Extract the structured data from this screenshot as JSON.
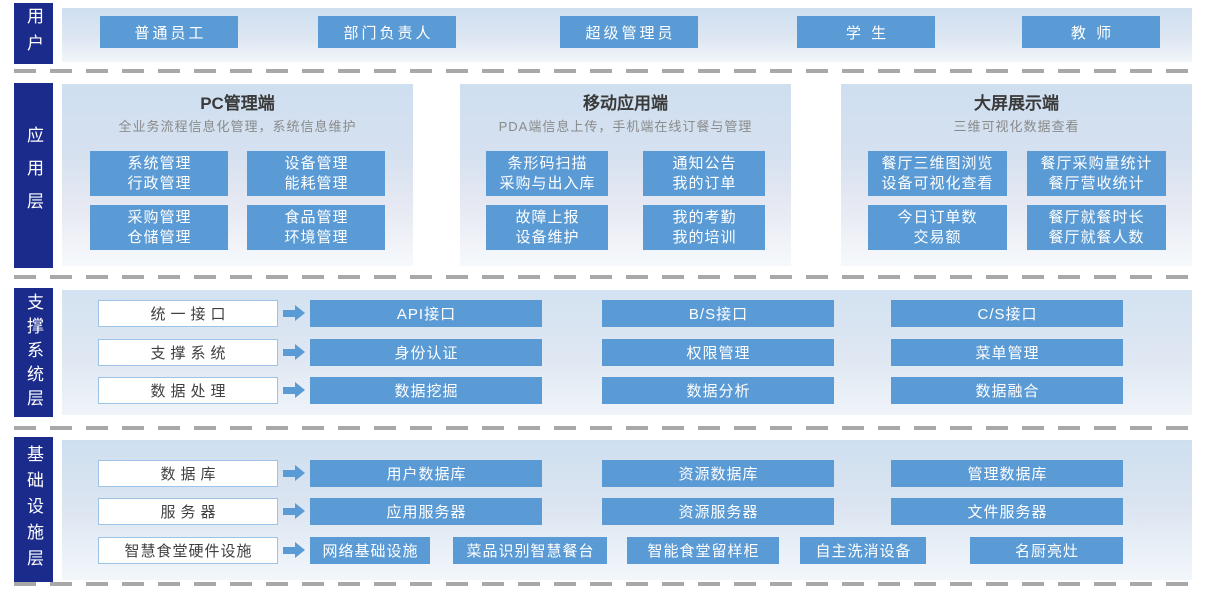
{
  "colors": {
    "layer_label_bg": "#1B2B8C",
    "button_blue": "#5B9BD5",
    "panel_light_blue": "#CEDFF0",
    "source_box_border": "#9DC3E6",
    "dash_gray": "#A8A8A8",
    "title_text": "#3A3A3A",
    "subtitle_text": "#8A8A8A"
  },
  "layers": {
    "users": {
      "label": "用户",
      "items": [
        "普通员工",
        "部门负责人",
        "超级管理员",
        "学 生",
        "教 师"
      ]
    },
    "application": {
      "label": "应用层",
      "panels": [
        {
          "title": "PC管理端",
          "subtitle": "全业务流程信息化管理，系统信息维护",
          "buttons": [
            {
              "line1": "系统管理",
              "line2": "行政管理"
            },
            {
              "line1": "设备管理",
              "line2": "能耗管理"
            },
            {
              "line1": "采购管理",
              "line2": "仓储管理"
            },
            {
              "line1": "食品管理",
              "line2": "环境管理"
            }
          ]
        },
        {
          "title": "移动应用端",
          "subtitle": "PDA端信息上传，手机端在线订餐与管理",
          "buttons": [
            {
              "line1": "条形码扫描",
              "line2": "采购与出入库"
            },
            {
              "line1": "通知公告",
              "line2": "我的订单"
            },
            {
              "line1": "故障上报",
              "line2": "设备维护"
            },
            {
              "line1": "我的考勤",
              "line2": "我的培训"
            }
          ]
        },
        {
          "title": "大屏展示端",
          "subtitle": "三维可视化数据查看",
          "buttons": [
            {
              "line1": "餐厅三维图浏览",
              "line2": "设备可视化查看"
            },
            {
              "line1": "餐厅采购量统计",
              "line2": "餐厅营收统计"
            },
            {
              "line1": "今日订单数",
              "line2": "交易额"
            },
            {
              "line1": "餐厅就餐时长",
              "line2": "餐厅就餐人数"
            }
          ]
        }
      ]
    },
    "support": {
      "label": "支撑系统层",
      "rows": [
        {
          "source": "统一接口",
          "targets": [
            "API接口",
            "B/S接口",
            "C/S接口"
          ]
        },
        {
          "source": "支撑系统",
          "targets": [
            "身份认证",
            "权限管理",
            "菜单管理"
          ]
        },
        {
          "source": "数据处理",
          "targets": [
            "数据挖掘",
            "数据分析",
            "数据融合"
          ]
        }
      ]
    },
    "infrastructure": {
      "label": "基础设施层",
      "rows": [
        {
          "source": "数据库",
          "targets": [
            "用户数据库",
            "资源数据库",
            "管理数据库"
          ]
        },
        {
          "source": "服务器",
          "targets": [
            "应用服务器",
            "资源服务器",
            "文件服务器"
          ]
        },
        {
          "source": "智慧食堂硬件设施",
          "targets": [
            "网络基础设施",
            "菜品识别智慧餐台",
            "智能食堂留样柜",
            "自主洗消设备",
            "名厨亮灶"
          ]
        }
      ]
    }
  }
}
